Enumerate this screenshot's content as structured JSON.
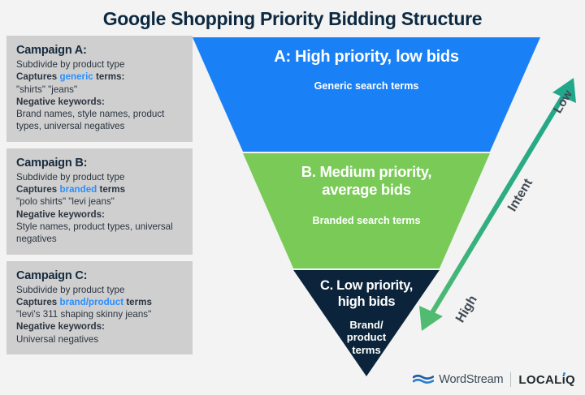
{
  "title": "Google Shopping Priority Bidding Structure",
  "colors": {
    "background": "#f2f3f2",
    "card_bg": "#cfcfcf",
    "navy_text": "#0d2941",
    "accent_blue": "#2a8fff",
    "segment_a": "#1a80f5",
    "segment_b": "#7aca58",
    "segment_c": "#0b243b",
    "arrow_top": "#23a98c",
    "arrow_bottom": "#4fba72"
  },
  "campaigns": [
    {
      "title": "Campaign A:",
      "subdivide": "Subdivide by product type",
      "captures_prefix": "Captures",
      "captures_accent": "generic",
      "captures_suffix": "terms:",
      "examples": "\"shirts\" \"jeans\"",
      "negative_label": "Negative keywords:",
      "negative_value": "Brand names, style names, product types, universal negatives"
    },
    {
      "title": "Campaign B:",
      "subdivide": "Subdivide by product type",
      "captures_prefix": "Captures",
      "captures_accent": "branded",
      "captures_suffix": "terms",
      "examples": "\"polo shirts\" \"levi jeans\"",
      "negative_label": "Negative keywords:",
      "negative_value": "Style names, product types, universal negatives"
    },
    {
      "title": "Campaign C:",
      "subdivide": "Subdivide by product type",
      "captures_prefix": "Captures",
      "captures_accent": "brand/product",
      "captures_suffix": "terms",
      "examples": "\"levi's 311 shaping skinny jeans\"",
      "negative_label": "Negative keywords:",
      "negative_value": "Universal negatives"
    }
  ],
  "funnel": {
    "segments": [
      {
        "id": "A",
        "heading": "A: High priority, low bids",
        "subtext": "Generic search terms",
        "color": "#1a80f5"
      },
      {
        "id": "B",
        "heading": "B. Medium priority, average bids",
        "subtext": "Branded search terms",
        "color": "#7aca58"
      },
      {
        "id": "C",
        "heading": "C. Low priority, high bids",
        "subtext": "Brand/ product terms",
        "color": "#0b243b"
      }
    ]
  },
  "intent_axis": {
    "label": "Intent",
    "top_label": "Low",
    "bottom_label": "High"
  },
  "footer": {
    "wordstream": "WordStream",
    "localiq": "LOCALiQ"
  }
}
